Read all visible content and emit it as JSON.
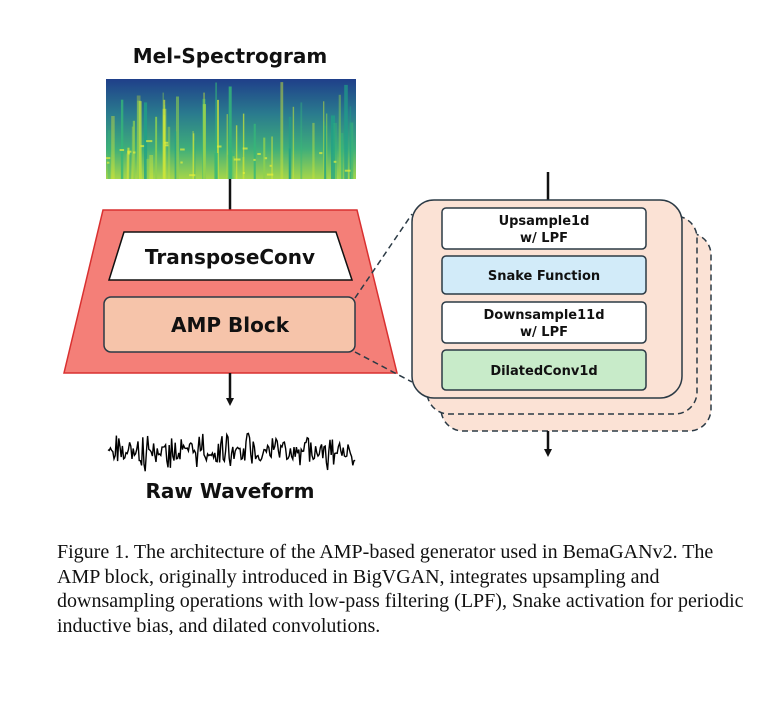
{
  "figure": {
    "input_label": "Mel-Spectrogram",
    "output_label": "Raw Waveform",
    "generator": {
      "transpose_conv": "TransposeConv",
      "amp_block": "AMP Block"
    },
    "amp_detail": {
      "upsample_line1": "Upsample1d",
      "upsample_line2": "w/ LPF",
      "snake": "Snake Function",
      "downsample_line1": "Downsample11d",
      "downsample_line2": "w/ LPF",
      "dilated": "DilatedConv1d"
    },
    "colors": {
      "generator_fill": "#f47f78",
      "amp_block_fill": "#f6c4aa",
      "card_fill": "#fbe2d5",
      "snake_fill": "#d2ebf9",
      "dilated_fill": "#c8ebc9",
      "outline": "#2b3a45"
    }
  },
  "caption": "Figure 1. The architecture of the AMP-based generator used in BemaGANv2. The AMP block, originally introduced in BigVGAN, integrates upsampling and downsampling operations with low-pass filtering (LPF), Snake activation for periodic inductive bias, and dilated convolutions."
}
